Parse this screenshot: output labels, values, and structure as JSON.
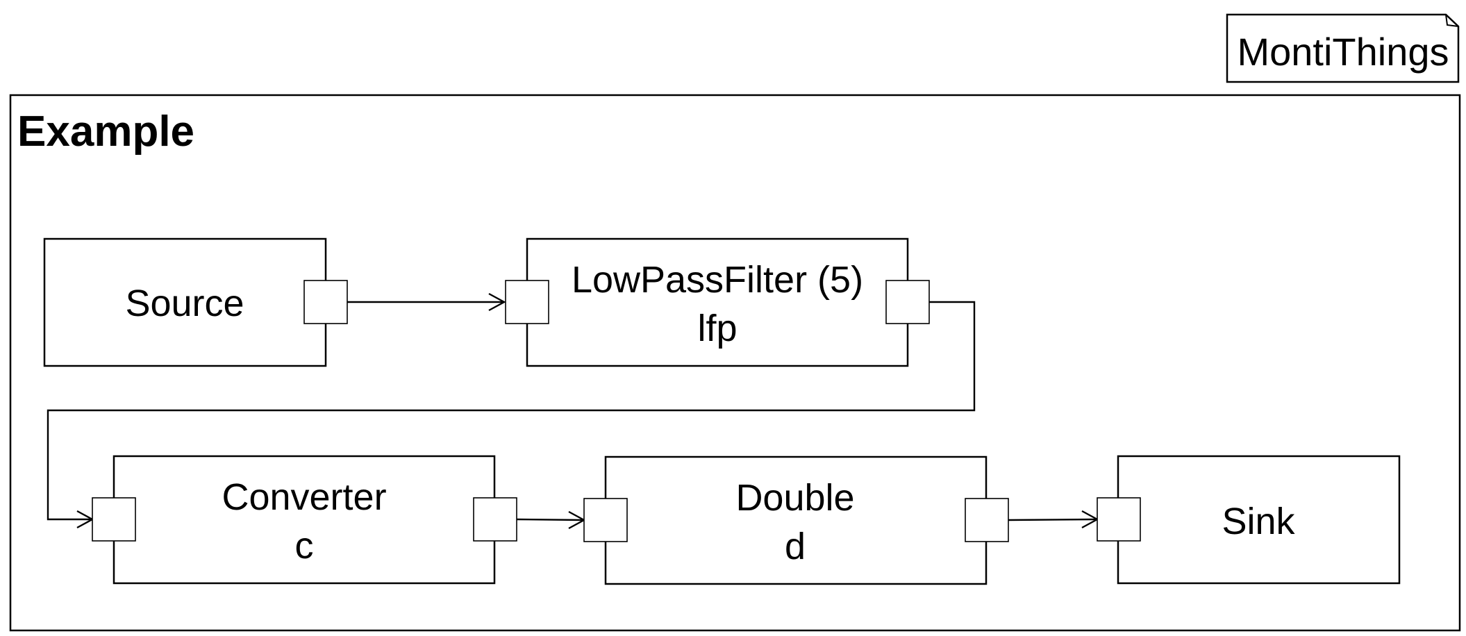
{
  "diagram": {
    "stereotype": "MontiThings",
    "title": "Example",
    "components": [
      {
        "id": "source",
        "line1": "Source",
        "line2": ""
      },
      {
        "id": "lfp",
        "line1": "LowPassFilter (5)",
        "line2": "lfp"
      },
      {
        "id": "c",
        "line1": "Converter",
        "line2": "c"
      },
      {
        "id": "d",
        "line1": "Double",
        "line2": "d"
      },
      {
        "id": "sink",
        "line1": "Sink",
        "line2": ""
      }
    ],
    "connectors": [
      {
        "from": "Source",
        "to": "lfp"
      },
      {
        "from": "lfp",
        "to": "c"
      },
      {
        "from": "c",
        "to": "d"
      },
      {
        "from": "d",
        "to": "Sink"
      }
    ]
  }
}
